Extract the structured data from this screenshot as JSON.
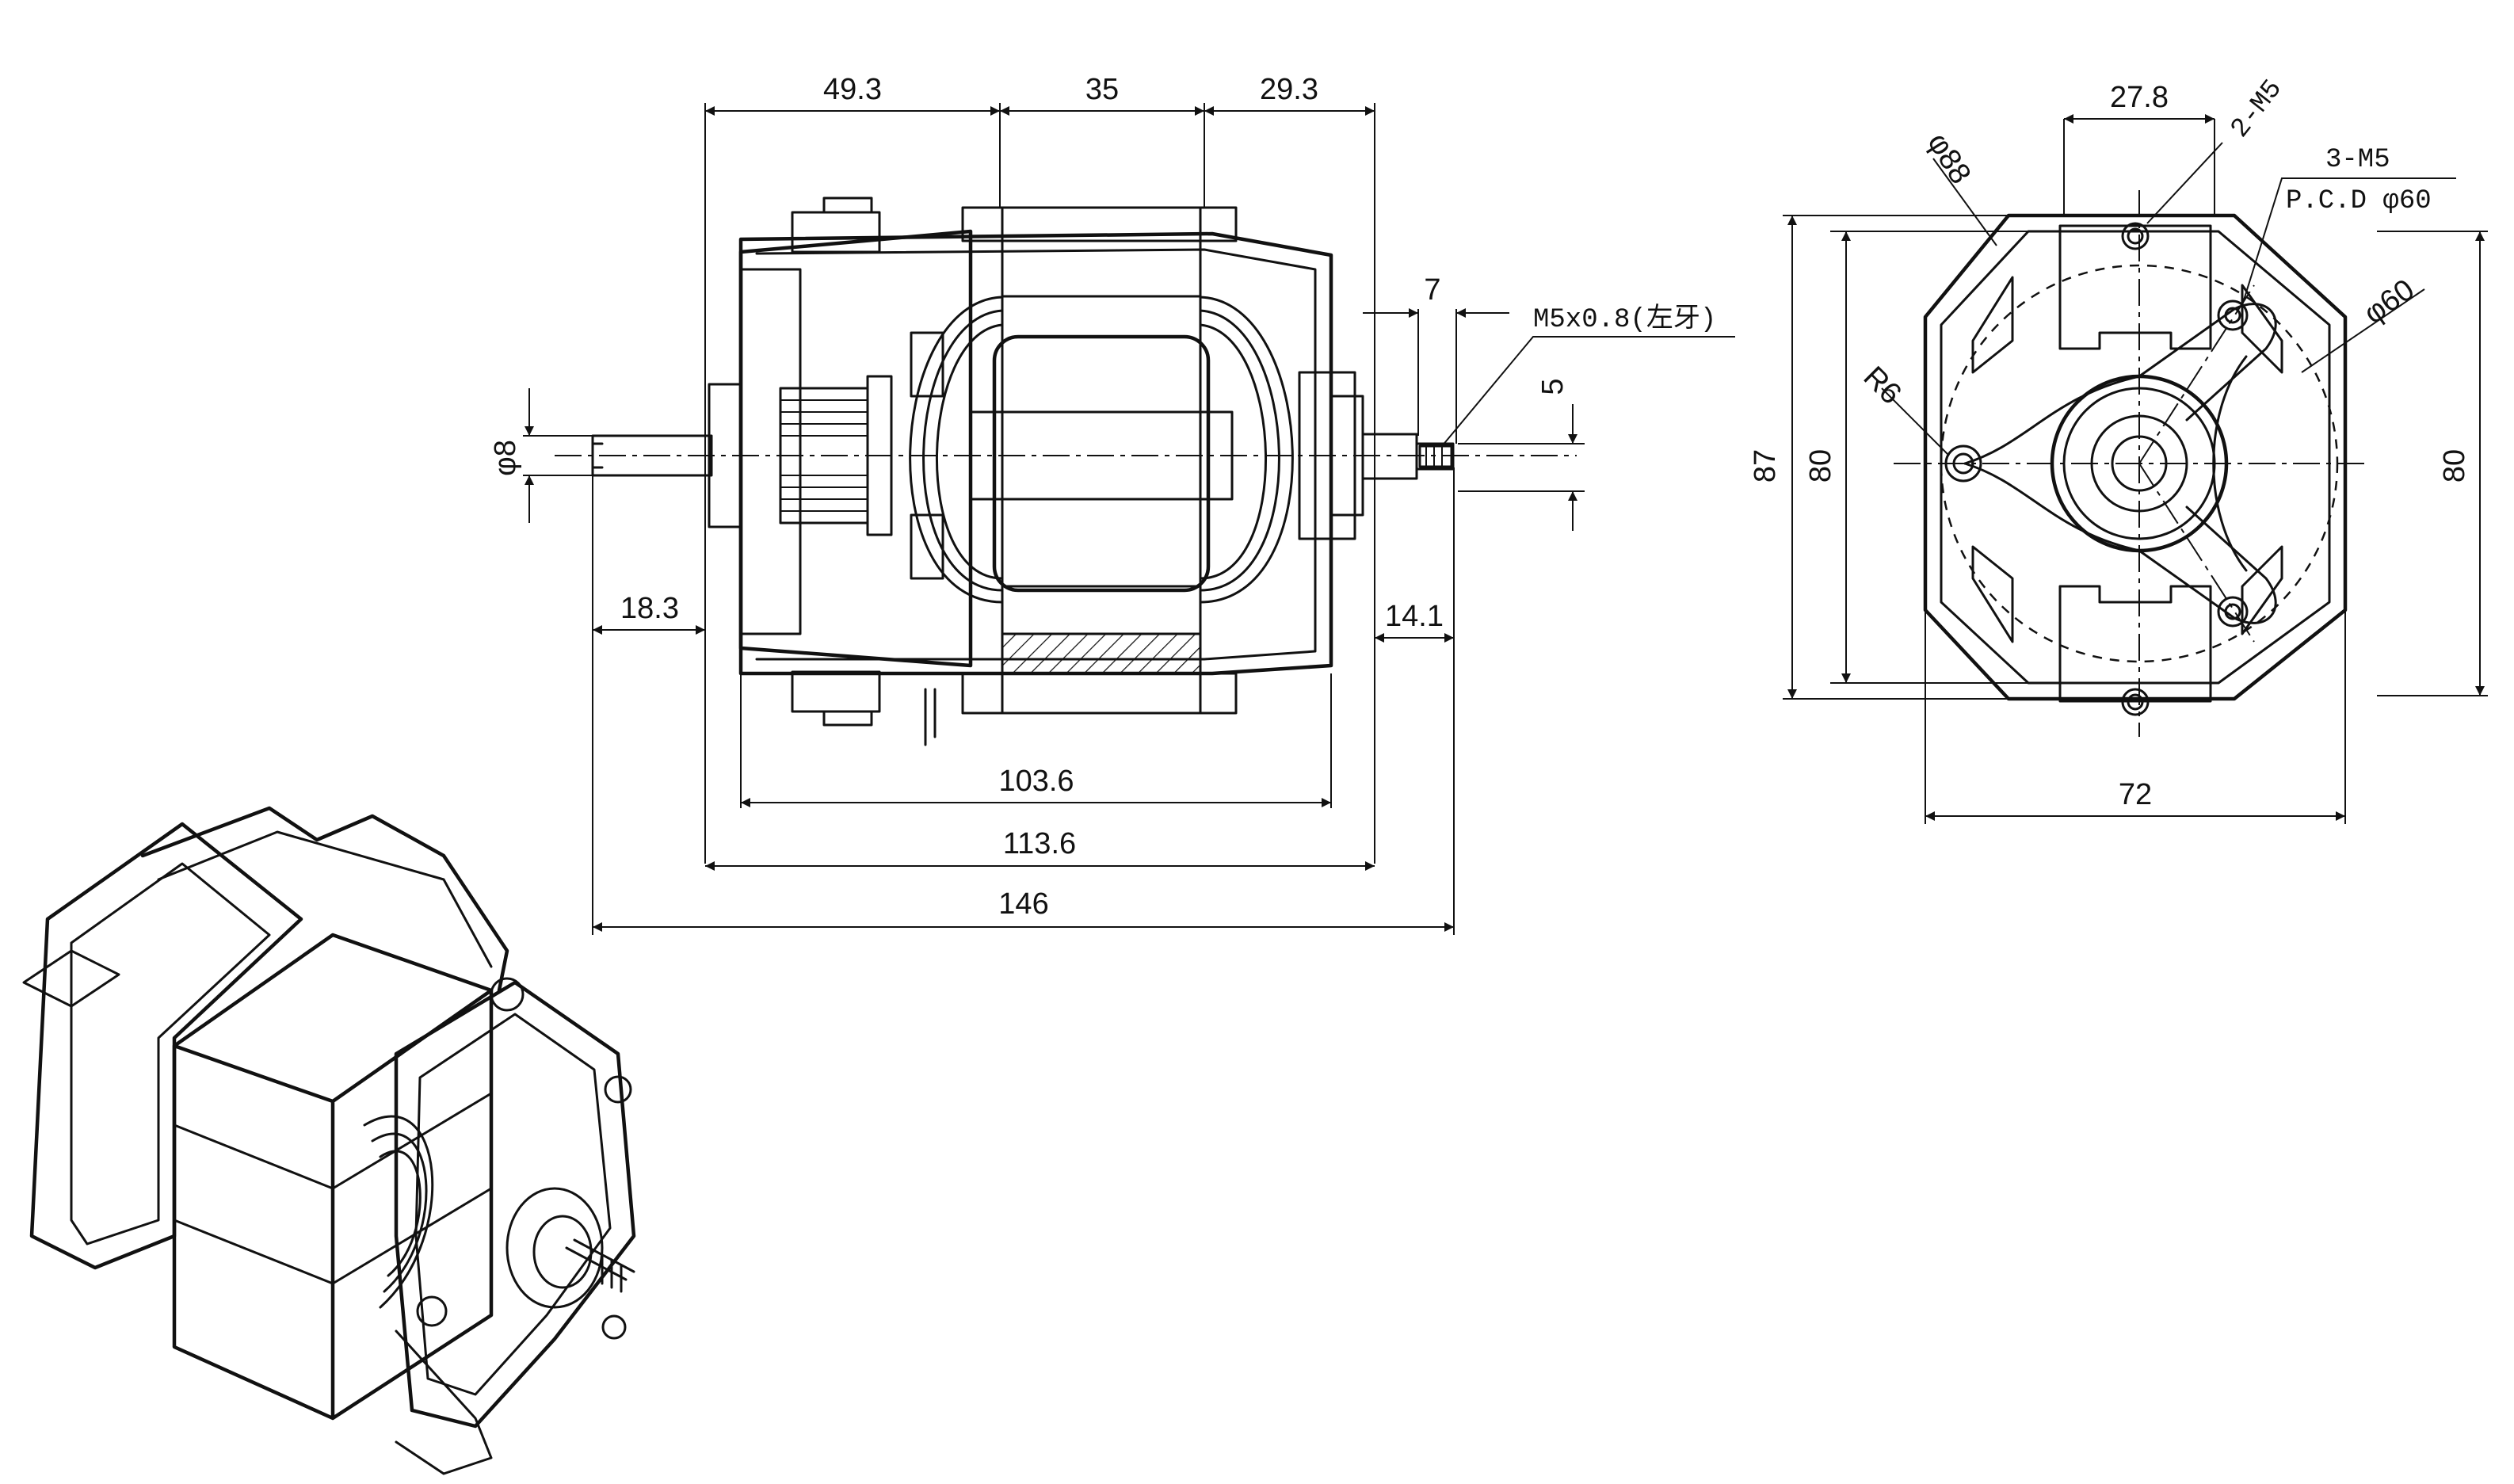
{
  "dimensions": {
    "top": [
      "49.3",
      "35",
      "29.3"
    ],
    "shaft_diameter": "φ8",
    "left_overhang": "18.3",
    "right_overhang": "14.1",
    "thread_length": "7",
    "thread_offset": "5",
    "thread_spec": "M5x0.8(左牙)",
    "overall": [
      "103.6",
      "113.6",
      "146"
    ],
    "end_view": {
      "hole_spacing": "27.8",
      "holes_a": "2-M5",
      "holes_b": "3-M5",
      "pcd": "P.C.D φ60",
      "outer_diameter": "φ88",
      "inner_circle": "φ60",
      "boss_radius": "R6",
      "height_outer": "87",
      "height_inner": "80",
      "height_right": "80",
      "width": "72"
    }
  },
  "colors": {
    "line": "#111111",
    "background": "#ffffff"
  }
}
